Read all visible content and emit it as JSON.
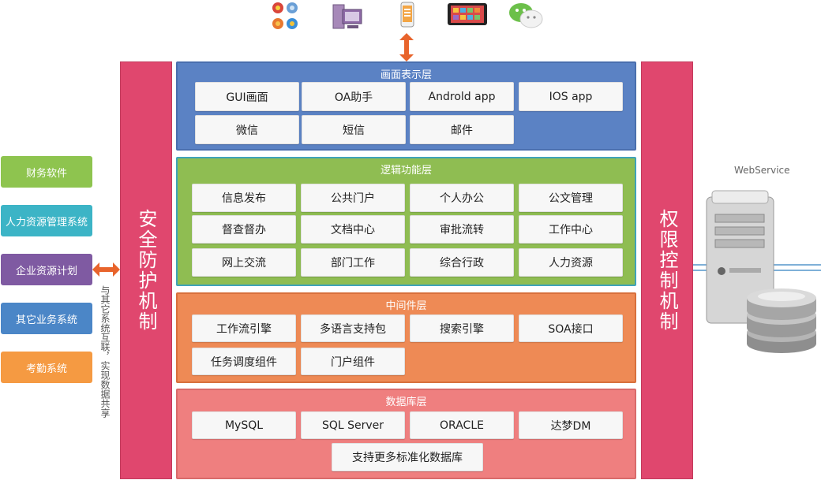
{
  "devices": {
    "browsers": "browsers-icon",
    "desktop": "desktop-pc-icon",
    "phone": "mobile-phone-icon",
    "tablet": "tablet-icon",
    "wechat": "wechat-icon"
  },
  "left_security": "安全防护机制",
  "right_permission": "权限控制机制",
  "webservice_label": "WebService",
  "interconnect_note": "与其它系统互联，实现数据共享",
  "external_systems": [
    {
      "label": "财务软件",
      "color": "#8ec44f"
    },
    {
      "label": "人力资源管理系统",
      "color": "#3cb4c6"
    },
    {
      "label": "企业资源计划",
      "color": "#7f5aa2"
    },
    {
      "label": "其它业务系统",
      "color": "#4b86c7"
    },
    {
      "label": "考勤系统",
      "color": "#f59a42"
    }
  ],
  "layers": {
    "presentation": {
      "title": "画面表示层",
      "color": "#5b82c4",
      "items": [
        "GUI画面",
        "OA助手",
        "Androld app",
        "IOS app",
        "微信",
        "短信",
        "邮件"
      ]
    },
    "logic": {
      "title": "逻辑功能层",
      "color": "#8fbd52",
      "items": [
        "信息发布",
        "公共门户",
        "个人办公",
        "公文管理",
        "督查督办",
        "文档中心",
        "审批流转",
        "工作中心",
        "网上交流",
        "部门工作",
        "综合行政",
        "人力资源"
      ]
    },
    "middleware": {
      "title": "中间件层",
      "color": "#ee8a55",
      "items": [
        "工作流引擎",
        "多语言支持包",
        "搜索引擎",
        "SOA接口",
        "任务调度组件",
        "门户组件"
      ]
    },
    "database": {
      "title": "数据库层",
      "color": "#ef7f7f",
      "items": [
        "MySQL",
        "SQL Server",
        "ORACLE",
        "达梦DM",
        "支持更多标准化数据库"
      ]
    }
  }
}
